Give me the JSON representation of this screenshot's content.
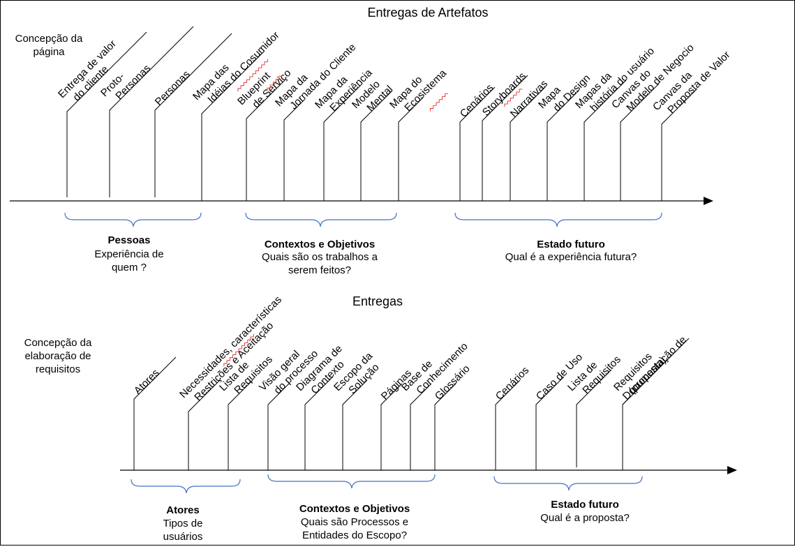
{
  "top": {
    "title": "Entregas de Artefatos",
    "side_label": [
      "Concepção da",
      "página"
    ],
    "artifacts": [
      [
        "Entrega de valor",
        "do cliente"
      ],
      [
        "Proto-",
        "Personas"
      ],
      [
        "Personas"
      ],
      [
        "Mapa das",
        "Idéias do Cosumidor"
      ],
      [
        "Blueprint",
        "de Serviço"
      ],
      [
        "Mapa da",
        "Jornada do Cliente"
      ],
      [
        "Mapa da",
        "Experiência"
      ],
      [
        "Modelo",
        "Mental"
      ],
      [
        "Mapa do",
        "Ecosistema"
      ],
      [
        "Cenários"
      ],
      [
        "Storyboards"
      ],
      [
        "Narrativas"
      ],
      [
        "Mapa",
        "do Design"
      ],
      [
        "Mapas da",
        "história do usuário"
      ],
      [
        "Canvas do",
        "Modelo de Negocio"
      ],
      [
        "Canvas da",
        "Proposta de Valor"
      ]
    ],
    "groups": [
      {
        "title": "Pessoas",
        "lines": [
          "Experiência de",
          "quem ?"
        ]
      },
      {
        "title": "Contextos e Objetivos",
        "lines": [
          "Quais são os trabalhos a",
          "serem feitos?"
        ]
      },
      {
        "title": "Estado futuro",
        "lines": [
          "Qual é a experiência futura?"
        ]
      }
    ]
  },
  "bottom": {
    "title": "Entregas",
    "side_label": [
      "Concepção da",
      "elaboração de",
      "requisitos"
    ],
    "artifacts": [
      [
        "Atores"
      ],
      [
        "Necessidades, características",
        "Restrições e Aceitação"
      ],
      [
        "Lista de",
        "Requisitos"
      ],
      [
        "Visão geral",
        "do processo"
      ],
      [
        "Diagrama de",
        "Contexto"
      ],
      [
        "Escopo da",
        "Solução"
      ],
      [
        "Páginas"
      ],
      [
        "Base de",
        "Conhecimento"
      ],
      [
        "Glossário"
      ],
      [
        "Cenários"
      ],
      [
        "Caso de Uso"
      ],
      [
        "Lista de",
        "Requisitos"
      ],
      [
        "Documentação de"
      ],
      [
        "Requisitos",
        "(proposta)"
      ]
    ],
    "groups": [
      {
        "title": "Atores",
        "lines": [
          "Tipos de",
          "usuários"
        ]
      },
      {
        "title": "Contextos e Objetivos",
        "lines": [
          "Quais são Processos e",
          "Entidades do Escopo?"
        ]
      },
      {
        "title": "Estado futuro",
        "lines": [
          "Qual é a proposta?"
        ]
      }
    ]
  },
  "colors": {
    "brace": "#4472c4",
    "spellcheck": "#e0302a",
    "line": "#000000"
  },
  "icons": [
    "arrow-head-icon"
  ]
}
